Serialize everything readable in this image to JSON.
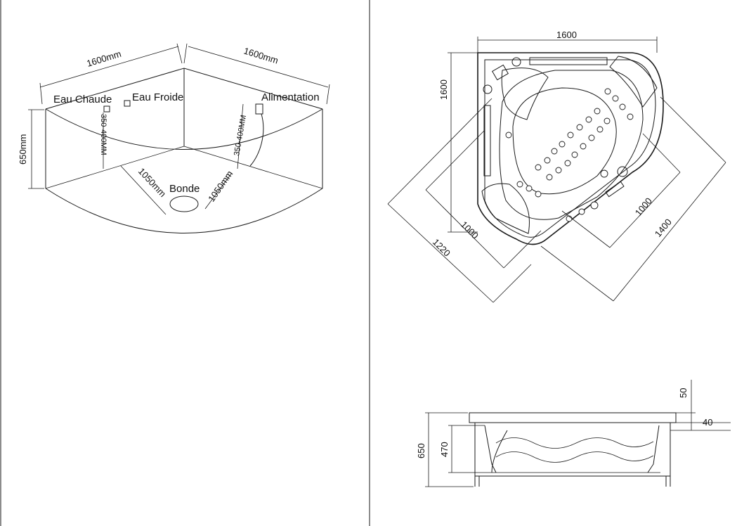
{
  "left_panel": {
    "top_left_width": "1600mm",
    "top_right_width": "1600mm",
    "height": "650mm",
    "hot_water": "Eau Chaude",
    "cold_water": "Eau Froide",
    "power": "Alimentation",
    "drain": "Bonde",
    "pipe_height_left": "350-400MM",
    "pipe_height_right": "350-400MM",
    "drain_left": "1050mm",
    "drain_right": "1050mm"
  },
  "top_view": {
    "top_width": "1600",
    "side_height": "1600",
    "diag_1000_left": "1000",
    "diag_1220": "1220",
    "diag_1000_right": "1000",
    "diag_1400": "1400"
  },
  "side_view": {
    "total_height": "650",
    "inner_height": "470",
    "rim_top": "50",
    "rim_side": "40"
  }
}
